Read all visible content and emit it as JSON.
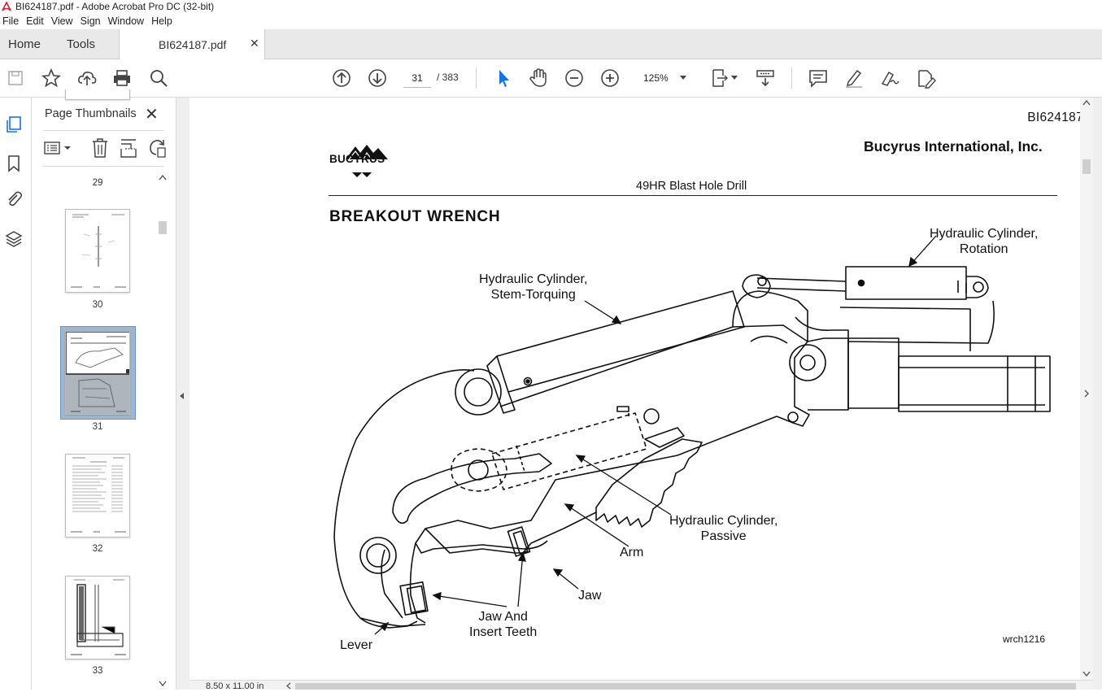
{
  "window": {
    "title": "BI624187.pdf - Adobe Acrobat Pro DC (32-bit)"
  },
  "menu": [
    "File",
    "Edit",
    "View",
    "Sign",
    "Window",
    "Help"
  ],
  "tabs": {
    "home": "Home",
    "tools": "Tools",
    "document": "BI624187.pdf",
    "close_glyph": "✕"
  },
  "toolbar": {
    "page_current": "31",
    "page_separator_total": "/ 383",
    "zoom": "125%"
  },
  "thumbnail_panel": {
    "title": "Page Thumbnails",
    "close_glyph": "✕",
    "pages": [
      {
        "num": "29"
      },
      {
        "num": "30"
      },
      {
        "num": "31",
        "selected": true
      },
      {
        "num": "32"
      },
      {
        "num": "33"
      }
    ]
  },
  "document_page": {
    "page_id": "BI624187",
    "company": "Bucyrus International, Inc.",
    "logo_text": "BUCYRUS",
    "subtitle": "49HR Blast Hole Drill",
    "section_title": "BREAKOUT WRENCH",
    "callouts": {
      "rotation": [
        "Hydraulic Cylinder,",
        "Rotation"
      ],
      "stem": [
        "Hydraulic Cylinder,",
        "Stem-Torquing"
      ],
      "passive": [
        "Hydraulic Cylinder,",
        "Passive"
      ],
      "arm": "Arm",
      "jaw": "Jaw",
      "teeth": [
        "Jaw And",
        "Insert Teeth"
      ],
      "lever": "Lever"
    },
    "figure_id": "wrch1216"
  },
  "status": {
    "page_size": "8.50 x 11.00 in"
  },
  "colors": {
    "accent_blue": "#1473e6",
    "tab_bar": "#e9e9e9",
    "selected_thumb": "#9fb6cc"
  }
}
